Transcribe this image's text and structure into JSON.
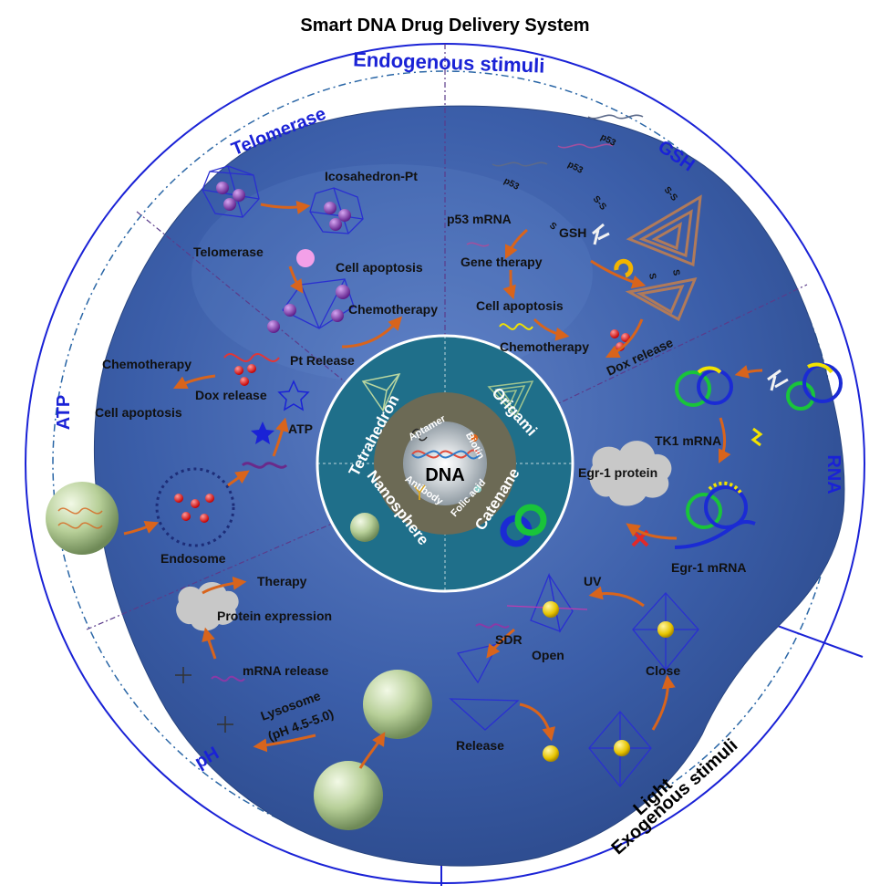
{
  "title": "Smart DNA Drug Delivery System",
  "groups": {
    "endogenous": "Endogenous stimuli",
    "exogenous": "Exogenous stimuli"
  },
  "stimuli": {
    "telomerase": "Telomerase",
    "gsh": "GSH",
    "atp": "ATP",
    "rna": "RNA",
    "ph": "pH",
    "light": "Light"
  },
  "hub": {
    "center": "DNA",
    "structures": {
      "tetrahedron": "Tetrahedron",
      "origami": "Origami",
      "nanosphere": "Nanosphere",
      "catenane": "Catenane"
    },
    "ligands": {
      "aptamer": "Aptamer",
      "biotin": "Biotin",
      "antibody": "Antibody",
      "folic_acid": "Folic acid"
    }
  },
  "telomerase_panel": {
    "icosahedron": "Icosahedron-Pt",
    "telomerase": "Telomerase",
    "apoptosis": "Cell apoptosis",
    "chemo": "Chemotherapy",
    "release": "Pt Release"
  },
  "gsh_panel": {
    "p53_mrna": "p53 mRNA",
    "gsh": "GSH",
    "gene_therapy": "Gene therapy",
    "apoptosis": "Cell apoptosis",
    "chemo": "Chemotherapy",
    "dox": "Dox release",
    "p53": "p53",
    "ss": "S-S",
    "s": "S"
  },
  "atp_panel": {
    "chemo": "Chemotherapy",
    "dox": "Dox release",
    "apoptosis": "Cell apoptosis",
    "atp": "ATP",
    "endosome": "Endosome"
  },
  "rna_panel": {
    "tk1": "TK1 mRNA",
    "egr_protein": "Egr-1 protein",
    "egr_mrna": "Egr-1 mRNA"
  },
  "ph_panel": {
    "therapy": "Therapy",
    "protein": "Protein expression",
    "mrna_release": "mRNA release",
    "lysosome": "Lysosome",
    "lysosome_ph": "(pH 4.5-5.0)"
  },
  "light_panel": {
    "uv": "UV",
    "sdr": "SDR",
    "open": "Open",
    "close": "Close",
    "release": "Release"
  },
  "colors": {
    "cell": "#3f63ad",
    "cell_light": "#6f8fcc",
    "hub_outer": "#1f6f8a",
    "hub_ring": "#6c6a55",
    "stimulus_blue": "#1a22d6",
    "arrow": "#d8641c"
  }
}
